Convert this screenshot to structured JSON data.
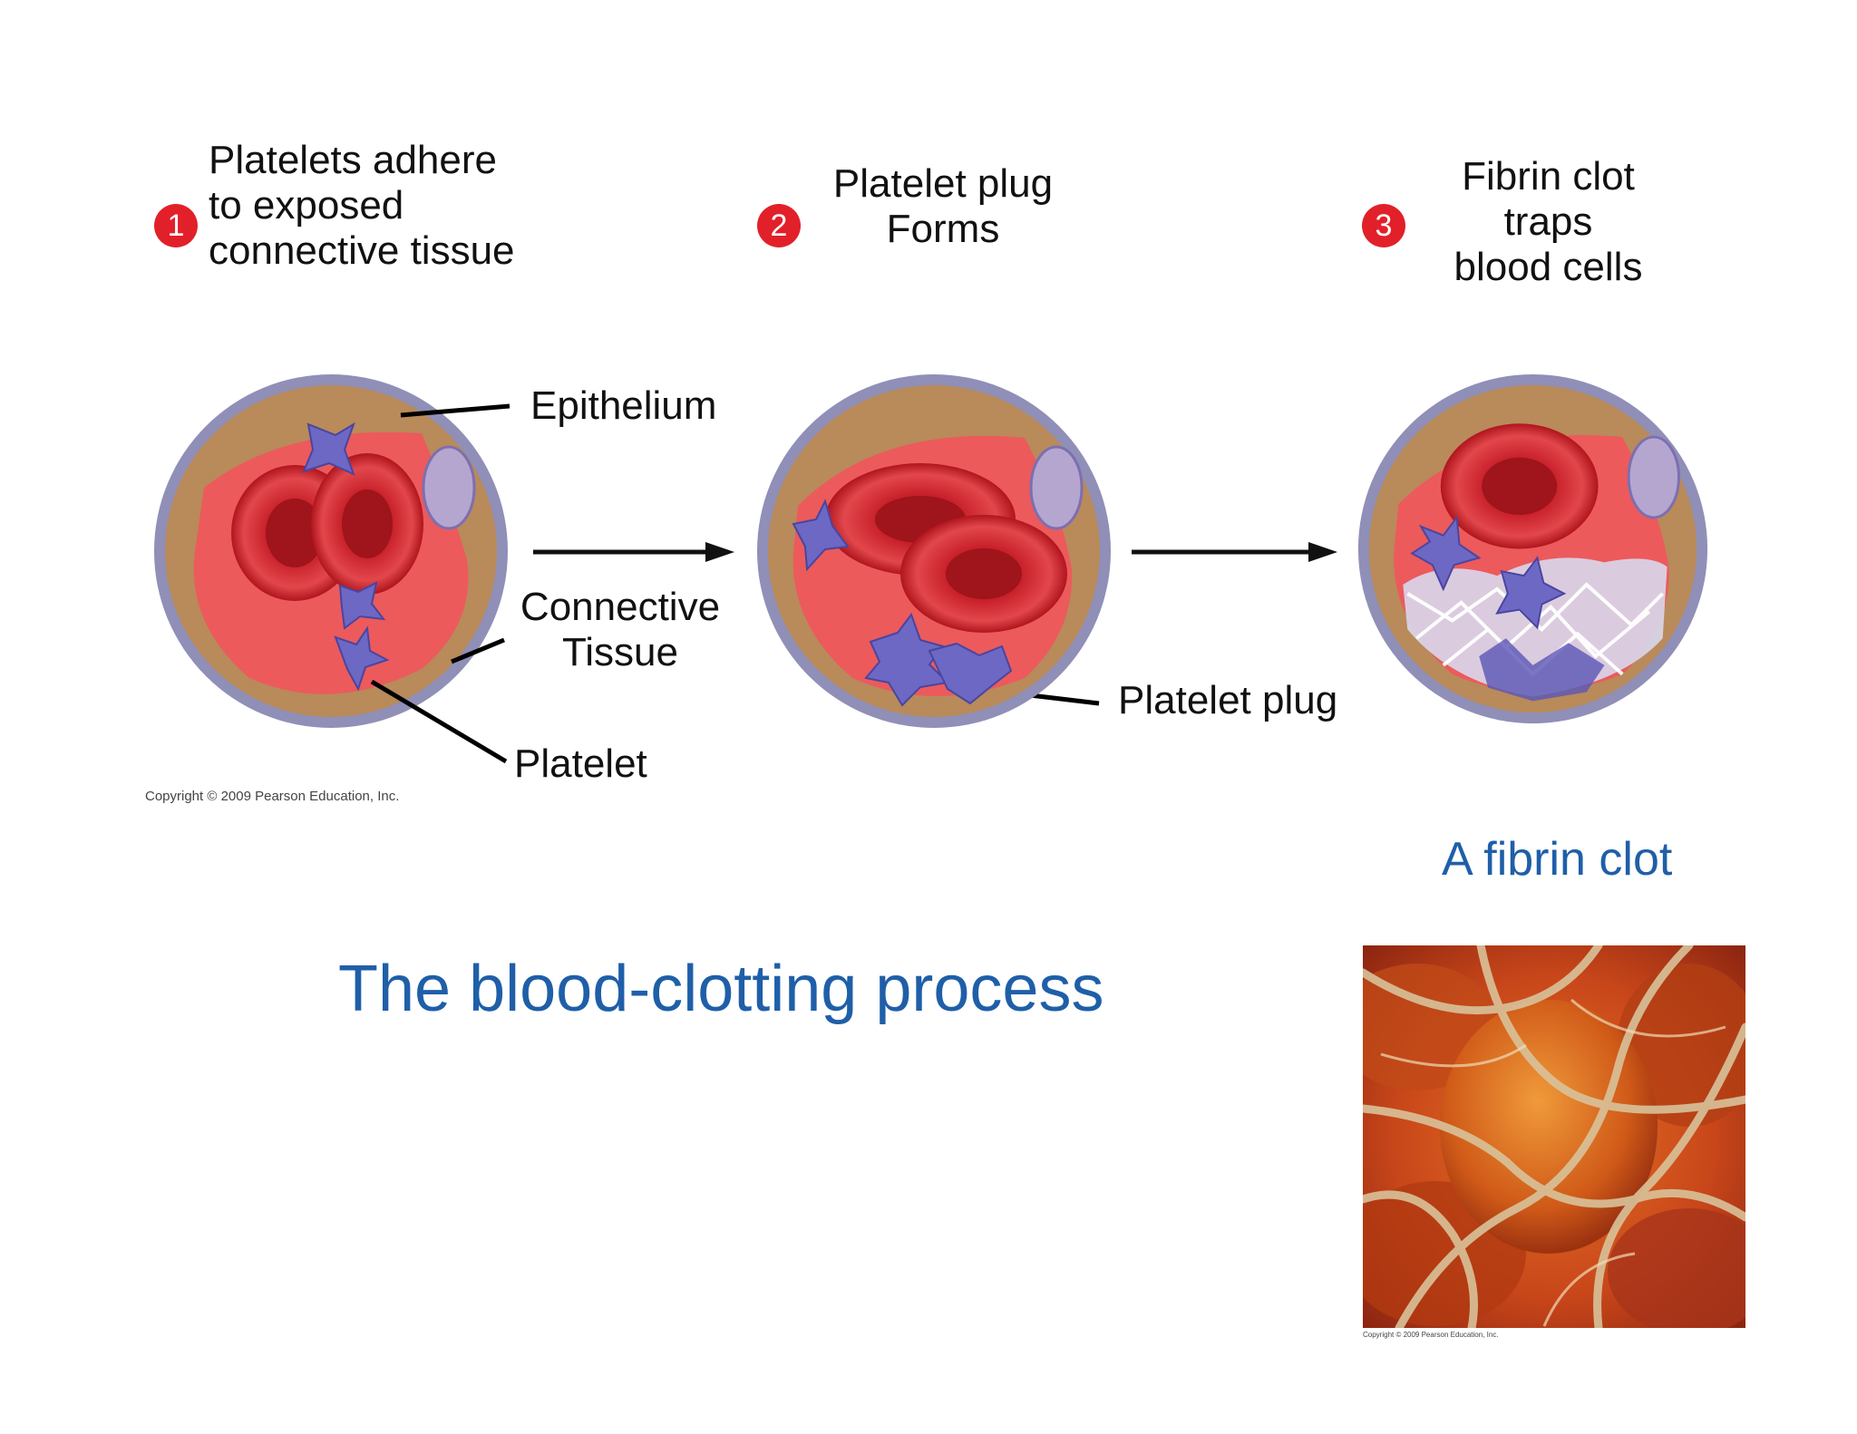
{
  "steps": [
    {
      "number": "1",
      "text_lines": [
        "Platelets adhere",
        "to exposed",
        "connective tissue"
      ]
    },
    {
      "number": "2",
      "text_lines": [
        "Platelet plug",
        "Forms"
      ]
    },
    {
      "number": "3",
      "text_lines": [
        "Fibrin clot",
        "traps",
        "blood cells"
      ]
    }
  ],
  "labels": {
    "epithelium": "Epithelium",
    "connective_line1": "Connective",
    "connective_line2": "Tissue",
    "platelet": "Platelet",
    "platelet_plug": "Platelet plug"
  },
  "copyright_main": "Copyright © 2009 Pearson Education, Inc.",
  "copyright_small": "Copyright © 2009 Pearson Education, Inc.",
  "photo_caption": "A fibrin clot",
  "title": "The blood-clotting process"
}
